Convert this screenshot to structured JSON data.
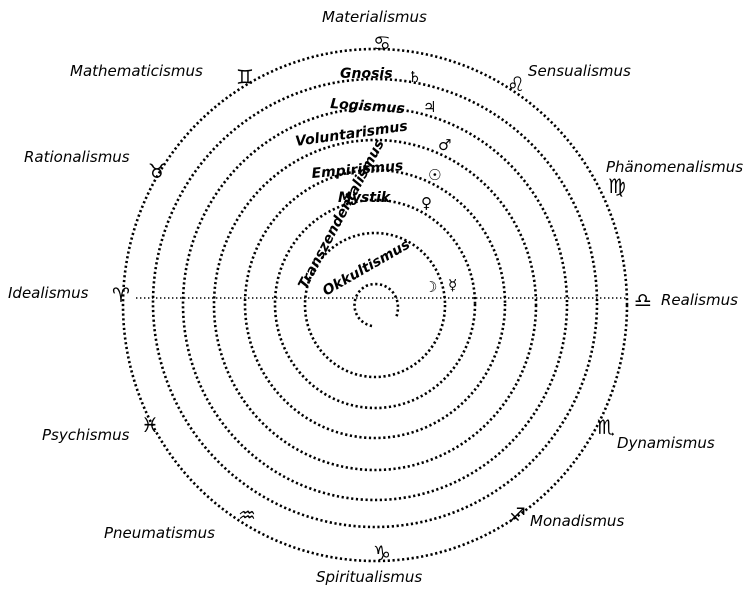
{
  "outer_labels": [
    {
      "id": "materialismus",
      "text": "Materialismus",
      "symbol": "♋"
    },
    {
      "id": "sensualismus",
      "text": "Sensualismus",
      "symbol": "♌"
    },
    {
      "id": "phaenomenalismus",
      "text": "Phänomenalismus",
      "symbol": "♍"
    },
    {
      "id": "realismus",
      "text": "Realismus",
      "symbol": "♎"
    },
    {
      "id": "dynamismus",
      "text": "Dynamismus",
      "symbol": "♏"
    },
    {
      "id": "monadismus",
      "text": "Monadismus",
      "symbol": "♐"
    },
    {
      "id": "spiritualismus",
      "text": "Spiritualismus",
      "symbol": "♑"
    },
    {
      "id": "pneumatismus",
      "text": "Pneumatismus",
      "symbol": "♒"
    },
    {
      "id": "psychismus",
      "text": "Psychismus",
      "symbol": "♓"
    },
    {
      "id": "idealismus",
      "text": "Idealismus",
      "symbol": "♈"
    },
    {
      "id": "rationalismus",
      "text": "Rationalismus",
      "symbol": "♉"
    },
    {
      "id": "mathematicismus",
      "text": "Mathematicismus",
      "symbol": "♊"
    }
  ],
  "inner_labels": [
    {
      "id": "gnosis",
      "text": "Gnosis",
      "symbol": "♄"
    },
    {
      "id": "logismus",
      "text": "Logismus",
      "symbol": "♃"
    },
    {
      "id": "voluntarismus",
      "text": "Voluntarismus",
      "symbol": "♂"
    },
    {
      "id": "empirismus",
      "text": "Empirismus",
      "symbol": "☉"
    },
    {
      "id": "mystik",
      "text": "Mystik",
      "symbol": "♀"
    },
    {
      "id": "transzendentalismus",
      "text": "Transzendentalismus",
      "symbol": "☿"
    },
    {
      "id": "okkultismus",
      "text": "Okkultismus",
      "symbol": "☽"
    }
  ]
}
